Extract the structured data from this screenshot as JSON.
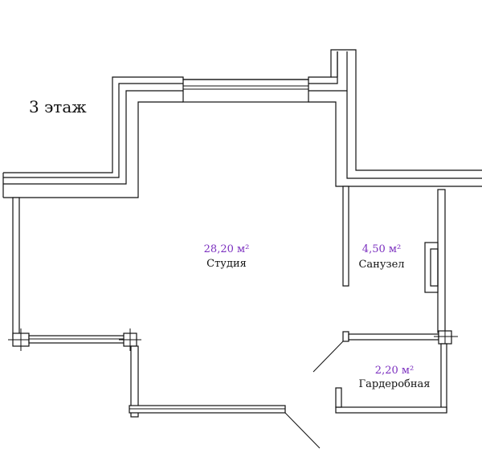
{
  "floor_label": "3 этаж",
  "accent_color": "#7b2fbf",
  "rooms": [
    {
      "id": "studio",
      "area": "28,20 м²",
      "name": "Студия"
    },
    {
      "id": "bathroom",
      "area": "4,50 м²",
      "name": "Санузел"
    },
    {
      "id": "wardrobe",
      "area": "2,20 м²",
      "name": "Гардеробная"
    }
  ]
}
